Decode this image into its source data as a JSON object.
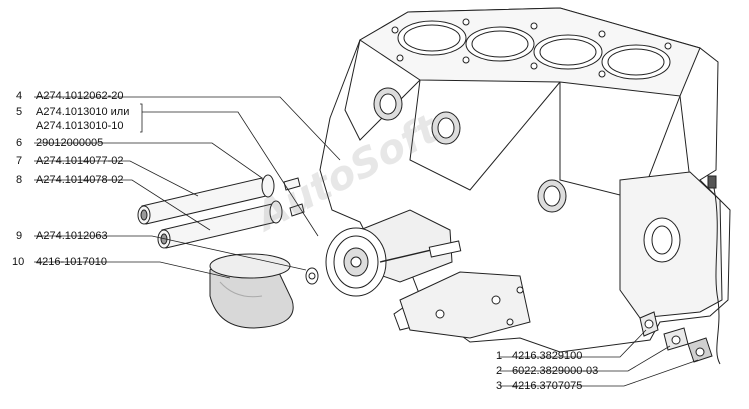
{
  "watermark": "AutoSoft",
  "callouts": [
    {
      "num": "4",
      "code": "A274.1012062-20"
    },
    {
      "num": "5",
      "code": "A274.1013010 или",
      "code2": "A274.1013010-10"
    },
    {
      "num": "6",
      "code": "29012000005"
    },
    {
      "num": "7",
      "code": "A274.1014077-02"
    },
    {
      "num": "8",
      "code": "A274.1014078-02"
    },
    {
      "num": "9",
      "code": "A274.1012063"
    },
    {
      "num": "10",
      "code": "4216-1017010"
    },
    {
      "num": "1",
      "code": "4216.3829100"
    },
    {
      "num": "2",
      "code": "6022.3829000-03"
    },
    {
      "num": "3",
      "code": "4216.3707075"
    }
  ],
  "colors": {
    "line": "#222222",
    "fill": "#ffffff",
    "shade": "#cfcfcf",
    "dark": "#8a8a8a"
  }
}
